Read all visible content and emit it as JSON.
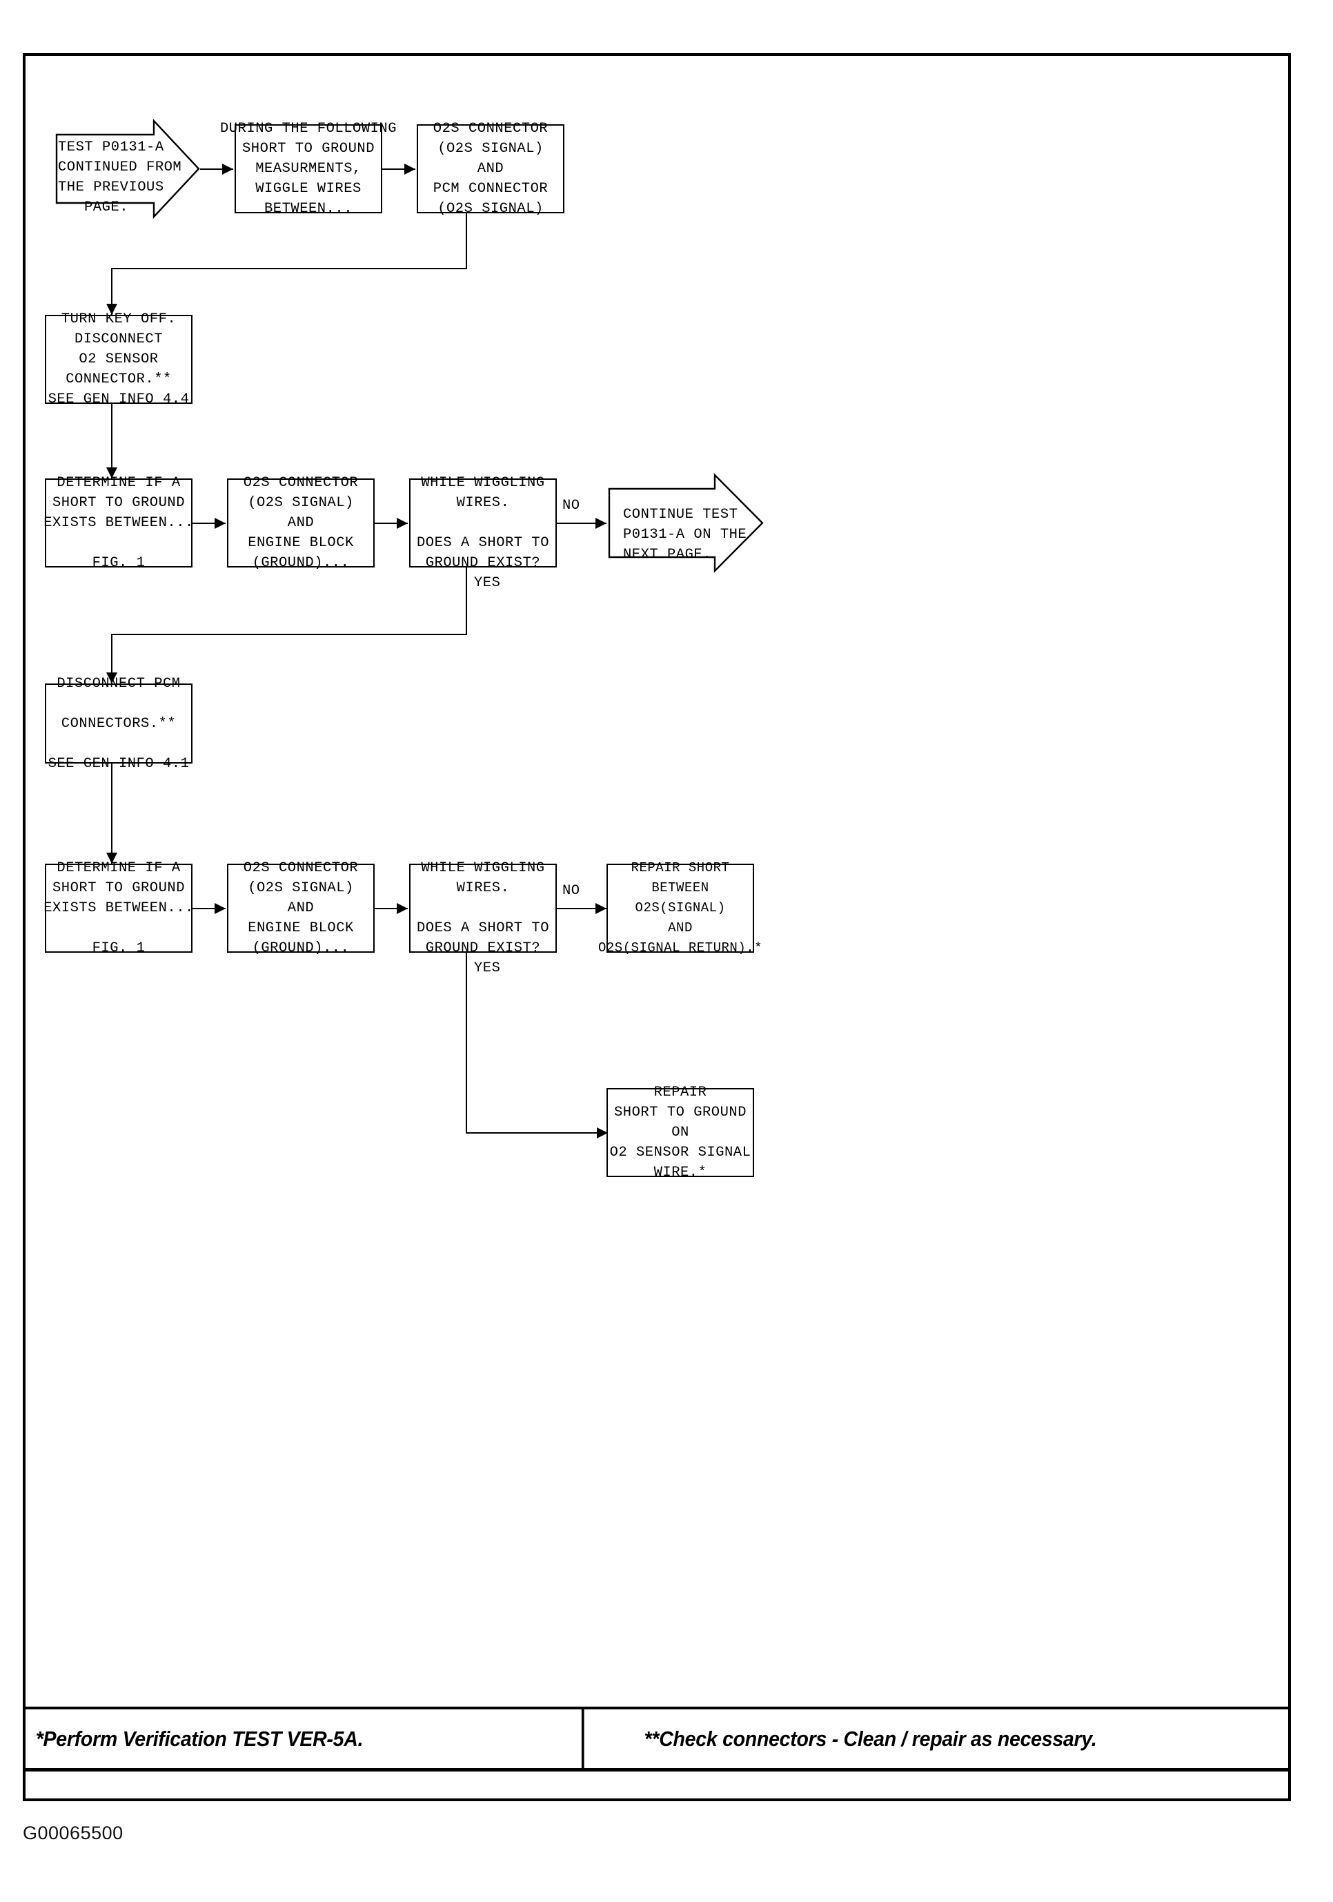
{
  "document": {
    "id_label": "G00065500",
    "title": "TEST P0131-A diagnostic flowchart (continued)"
  },
  "nodes": {
    "continued_from": {
      "name": "continued-from-previous-page",
      "shape": "arrow-right",
      "text": "TEST P0131-A\nCONTINUED FROM\nTHE PREVIOUS\nPAGE."
    },
    "wiggle_note": {
      "name": "wiggle-wires-note",
      "shape": "rect",
      "text": "DURING THE FOLLOWING\nSHORT TO GROUND\nMEASURMENTS,\nWIGGLE WIRES\nBETWEEN..."
    },
    "o2s_pcm_connector": {
      "name": "o2s-and-pcm-connector",
      "shape": "rect",
      "text": "O2S CONNECTOR\n(O2S SIGNAL)\nAND\nPCM CONNECTOR\n(O2S SIGNAL)"
    },
    "turn_key_off": {
      "name": "turn-key-off-disconnect-o2-sensor",
      "shape": "rect",
      "text": "TURN KEY OFF.\nDISCONNECT\nO2 SENSOR\nCONNECTOR.**\nSEE GEN INFO 4.4"
    },
    "determine_short_1": {
      "name": "determine-short-to-ground-1",
      "shape": "rect",
      "text": "DETERMINE IF A\nSHORT TO GROUND\nEXISTS BETWEEN...\n\nFIG. 1"
    },
    "o2s_engine_block_1": {
      "name": "o2s-connector-and-engine-block-1",
      "shape": "rect",
      "text": "O2S CONNECTOR\n(O2S SIGNAL)\nAND\nENGINE BLOCK\n(GROUND)..."
    },
    "decision_1": {
      "name": "decision-short-to-ground-exists-1",
      "shape": "rect",
      "text": "WHILE WIGGLING\nWIRES.\n\nDOES A SHORT TO\nGROUND EXIST?"
    },
    "continue_next_page": {
      "name": "continue-test-next-page",
      "shape": "arrow-right",
      "text": "CONTINUE TEST\nP0131-A ON THE\nNEXT PAGE."
    },
    "disconnect_pcm": {
      "name": "disconnect-pcm-connectors",
      "shape": "rect",
      "text": "DISCONNECT PCM\n\nCONNECTORS.**\n\nSEE GEN INFO 4.1"
    },
    "determine_short_2": {
      "name": "determine-short-to-ground-2",
      "shape": "rect",
      "text": "DETERMINE IF A\nSHORT TO GROUND\nEXISTS BETWEEN...\n\nFIG. 1"
    },
    "o2s_engine_block_2": {
      "name": "o2s-connector-and-engine-block-2",
      "shape": "rect",
      "text": "O2S CONNECTOR\n(O2S SIGNAL)\nAND\nENGINE BLOCK\n(GROUND)..."
    },
    "decision_2": {
      "name": "decision-short-to-ground-exists-2",
      "shape": "rect",
      "text": "WHILE WIGGLING\nWIRES.\n\nDOES A SHORT TO\nGROUND EXIST?"
    },
    "repair_between": {
      "name": "repair-short-between-signal-and-signal-return",
      "shape": "rect",
      "text": "REPAIR SHORT\nBETWEEN\nO2S(SIGNAL)\nAND\nO2S(SIGNAL RETURN).*"
    },
    "repair_sensor_wire": {
      "name": "repair-short-to-ground-on-o2-sensor-signal-wire",
      "shape": "rect",
      "text": "REPAIR\nSHORT TO GROUND\nON\nO2 SENSOR SIGNAL\nWIRE.*"
    }
  },
  "edge_labels": {
    "no_1": "NO",
    "yes_1": "YES",
    "no_2": "NO",
    "yes_2": "YES"
  },
  "footer": {
    "left_note": "*Perform Verification TEST VER-5A.",
    "right_note": "**Check connectors - Clean / repair as necessary."
  },
  "colors": {
    "ink": "#000000",
    "paper": "#ffffff"
  }
}
